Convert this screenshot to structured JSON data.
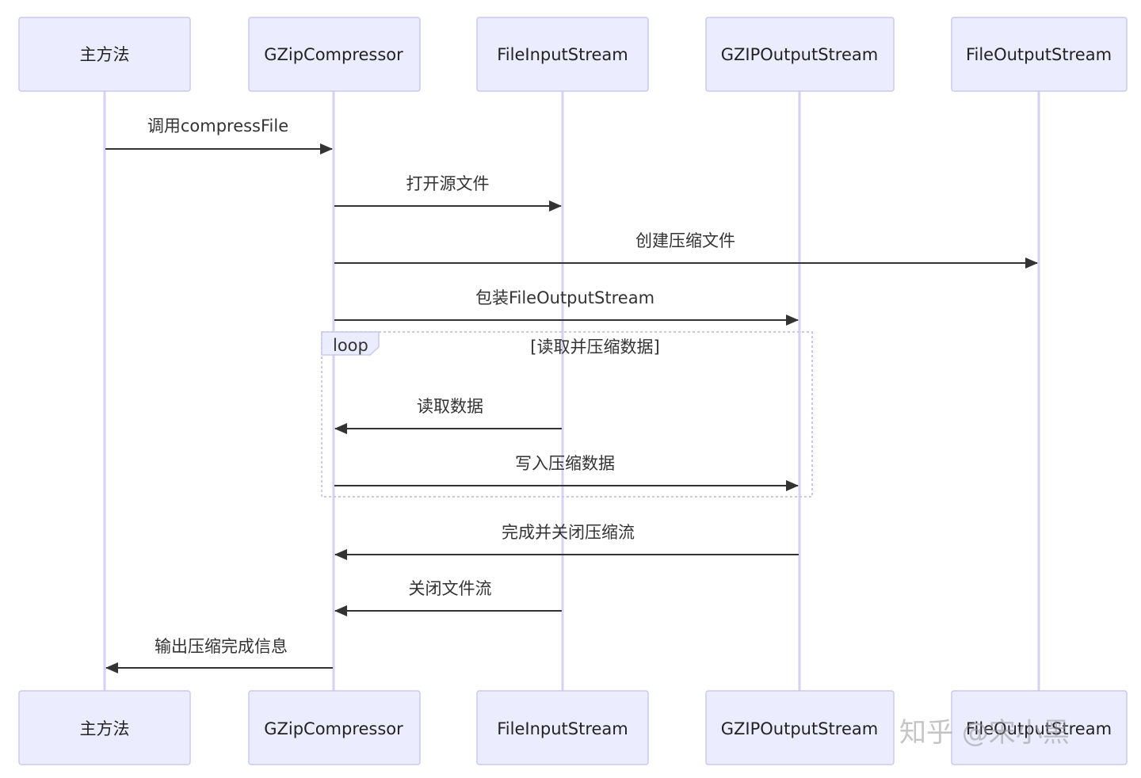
{
  "diagram": {
    "actors": [
      {
        "id": "main",
        "label": "主方法"
      },
      {
        "id": "gzc",
        "label": "GZipCompressor"
      },
      {
        "id": "fis",
        "label": "FileInputStream"
      },
      {
        "id": "gos",
        "label": "GZIPOutputStream"
      },
      {
        "id": "fos",
        "label": "FileOutputStream"
      }
    ],
    "messages": [
      {
        "from": "main",
        "to": "gzc",
        "label": "调用compressFile"
      },
      {
        "from": "gzc",
        "to": "fis",
        "label": "打开源文件"
      },
      {
        "from": "gzc",
        "to": "fos",
        "label": "创建压缩文件"
      },
      {
        "from": "gzc",
        "to": "gos",
        "label": "包装FileOutputStream"
      },
      {
        "from": "fis",
        "to": "gzc",
        "label": "读取数据"
      },
      {
        "from": "gzc",
        "to": "gos",
        "label": "写入压缩数据"
      },
      {
        "from": "gos",
        "to": "gzc",
        "label": "完成并关闭压缩流"
      },
      {
        "from": "fis",
        "to": "gzc",
        "label": "关闭文件流"
      },
      {
        "from": "gzc",
        "to": "main",
        "label": "输出压缩完成信息"
      }
    ],
    "loop": {
      "keyword": "loop",
      "condition": "[读取并压缩数据]"
    },
    "colors": {
      "actor_fill": "#ECECFF",
      "actor_stroke": "#C9C9EE",
      "lifeline": "#D6D0F2",
      "arrow": "#333333",
      "loop_border": "#C9C9EE",
      "loop_tab": "#ECECFF"
    }
  },
  "watermark": {
    "text": "知乎 @宋小黑"
  }
}
